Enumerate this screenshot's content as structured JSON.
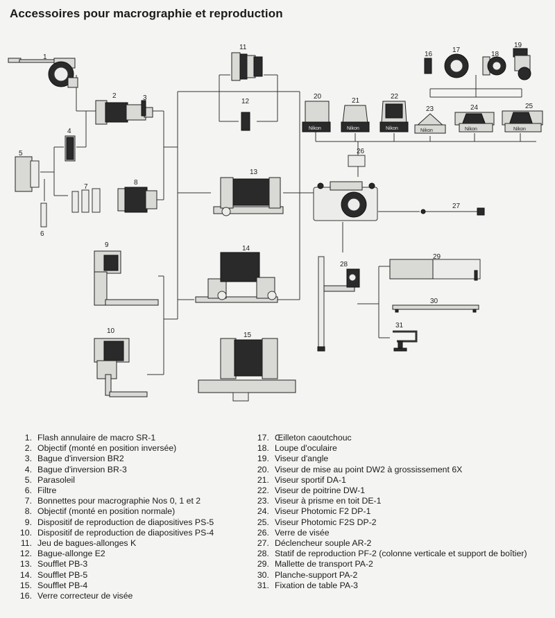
{
  "title": "Accessoires pour macrographie et reproduction",
  "callouts": [
    "1",
    "2",
    "3",
    "4",
    "5",
    "6",
    "7",
    "8",
    "9",
    "10",
    "11",
    "12",
    "13",
    "14",
    "15",
    "16",
    "17",
    "18",
    "19",
    "20",
    "21",
    "22",
    "23",
    "24",
    "25",
    "26",
    "27",
    "28",
    "29",
    "30",
    "31"
  ],
  "finder_brand": "Nikon",
  "legend_left": [
    {
      "n": "1.",
      "t": "Flash annulaire de macro SR-1"
    },
    {
      "n": "2.",
      "t": "Objectif (monté en position inversée)"
    },
    {
      "n": "3.",
      "t": "Bague d'inversion BR2"
    },
    {
      "n": "4.",
      "t": "Bague d'inversion BR-3"
    },
    {
      "n": "5.",
      "t": "Parasoleil"
    },
    {
      "n": "6.",
      "t": "Filtre"
    },
    {
      "n": "7.",
      "t": "Bonnettes pour macrographie Nos 0, 1 et 2"
    },
    {
      "n": "8.",
      "t": "Objectif (monté en position normale)"
    },
    {
      "n": "9.",
      "t": "Dispositif de reproduction de diapositives PS-5"
    },
    {
      "n": "10.",
      "t": "Dispositif de reproduction de diapositives PS-4"
    },
    {
      "n": "11.",
      "t": "Jeu de bagues-allonges K"
    },
    {
      "n": "12.",
      "t": "Bague-allonge E2"
    },
    {
      "n": "13.",
      "t": "Soufflet PB-3"
    },
    {
      "n": "14.",
      "t": "Soufflet PB-5"
    },
    {
      "n": "15.",
      "t": "Soufflet PB-4"
    },
    {
      "n": "16.",
      "t": "Verre correcteur de visée"
    }
  ],
  "legend_right": [
    {
      "n": "17.",
      "t": "Œilleton caoutchouc"
    },
    {
      "n": "18.",
      "t": "Loupe d'oculaire"
    },
    {
      "n": "19.",
      "t": "Viseur d'angle"
    },
    {
      "n": "20.",
      "t": "Viseur de mise au point DW2 à grossissement 6X"
    },
    {
      "n": "21.",
      "t": "Viseur sportif DA-1"
    },
    {
      "n": "22.",
      "t": "Viseur de poitrine DW-1"
    },
    {
      "n": "23.",
      "t": "Viseur à prisme en toit DE-1"
    },
    {
      "n": "24.",
      "t": "Viseur Photomic F2 DP-1"
    },
    {
      "n": "25.",
      "t": "Viseur Photomic F2S DP-2"
    },
    {
      "n": "26.",
      "t": "Verre de visée"
    },
    {
      "n": "27.",
      "t": "Déclencheur souple AR-2"
    },
    {
      "n": "28.",
      "t": "Statif de reproduction PF-2 (colonne verticale et support de boîtier)"
    },
    {
      "n": "29.",
      "t": "Mallette de transport PA-2"
    },
    {
      "n": "30.",
      "t": "Planche-support PA-2"
    },
    {
      "n": "31.",
      "t": "Fixation de table PA-3"
    }
  ]
}
